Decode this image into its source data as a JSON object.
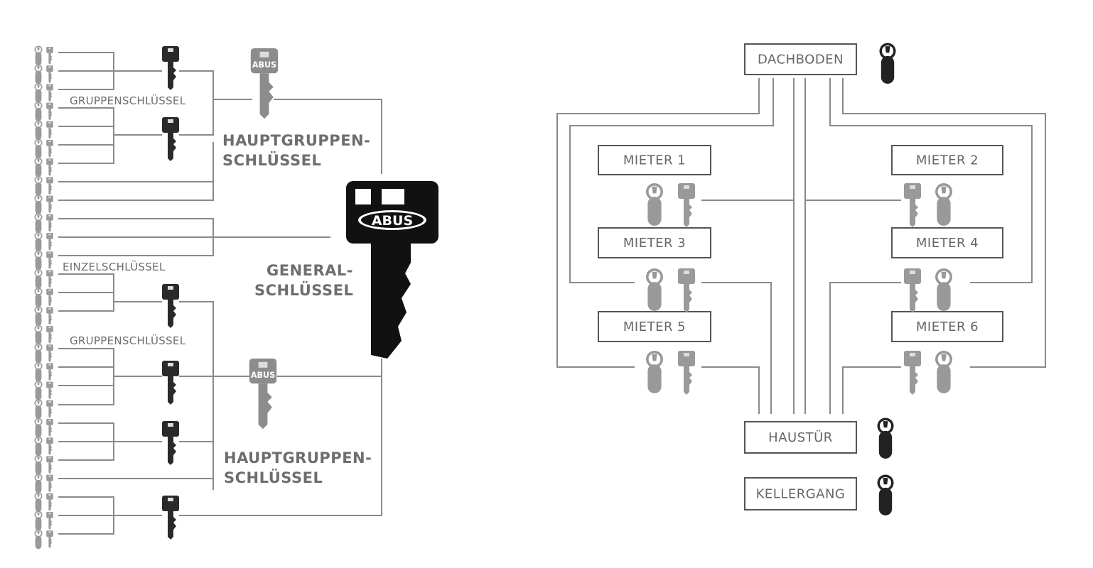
{
  "left": {
    "labels": {
      "group_key_1": "GRUPPENSCHLÜSSEL",
      "single_key": "EINZELSCHLÜSSEL",
      "group_key_2": "GRUPPENSCHLÜSSEL",
      "main_group_key_1": [
        "HAUPTGRUPPEN-",
        "SCHLÜSSEL"
      ],
      "general_key": [
        "GENERAL-",
        "SCHLÜSSEL"
      ],
      "main_group_key_2": [
        "HAUPTGRUPPEN-",
        "SCHLÜSSEL"
      ]
    },
    "key_brand": "ABUS",
    "cylinder_count": 27
  },
  "right": {
    "boxes": {
      "attic": "DACHBODEN",
      "tenant1": "MIETER 1",
      "tenant2": "MIETER 2",
      "tenant3": "MIETER 3",
      "tenant4": "MIETER 4",
      "tenant5": "MIETER 5",
      "tenant6": "MIETER 6",
      "front_door": "HAUSTÜR",
      "basement": "KELLERGANG"
    }
  },
  "colors": {
    "line": "#8a8a8a",
    "dark_key": "#2a2a2a",
    "gray_key": "#8c8c8c",
    "text": "#6e6e6e"
  }
}
